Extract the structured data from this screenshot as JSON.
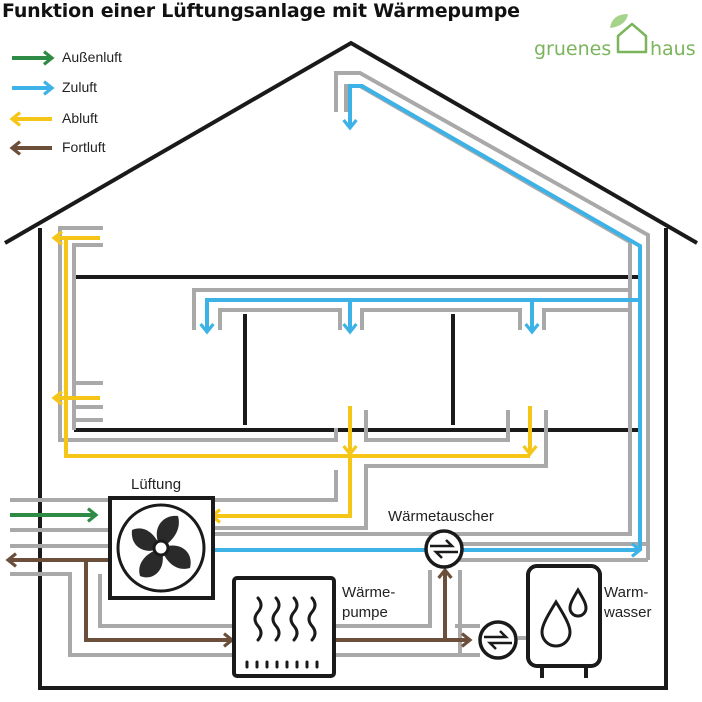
{
  "title": "Funktion einer Lüftungsanlage mit Wärmepumpe",
  "logo": {
    "left": "gruenes",
    "right": "haus"
  },
  "legend": [
    {
      "label": "Außenluft",
      "color": "#2e8b45"
    },
    {
      "label": "Zuluft",
      "color": "#3db2e6"
    },
    {
      "label": "Abluft",
      "color": "#f5c518"
    },
    {
      "label": "Fortluft",
      "color": "#6b4f3a"
    }
  ],
  "labels": {
    "lueftung": "Lüftung",
    "waermetauscher": "Wärmetauscher",
    "waermepumpe_1": "Wärme-",
    "waermepumpe_2": "pumpe",
    "warmwasser_1": "Warm-",
    "warmwasser_2": "wasser"
  },
  "colors": {
    "duct": "#a9a9a9",
    "wall": "#1a1a1a"
  },
  "icons": [
    "fan-icon",
    "heat-pump-icon",
    "heat-exchanger-icon",
    "water-tank-icon",
    "water-drop-icon"
  ]
}
